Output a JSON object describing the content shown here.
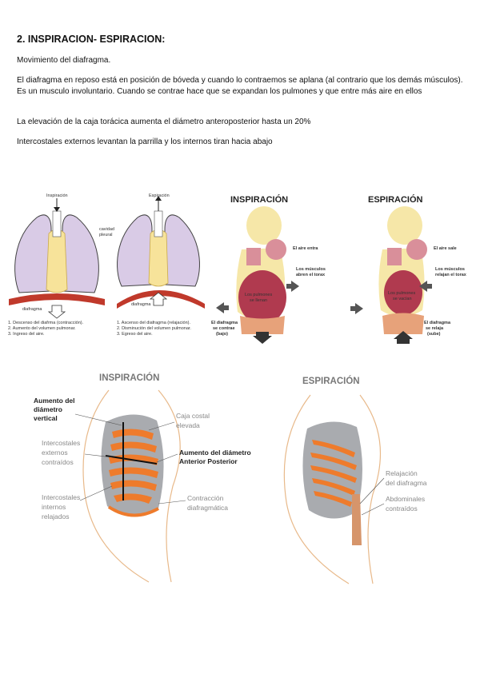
{
  "heading": "2. INSPIRACION- ESPIRACION:",
  "paragraphs": {
    "p1": "Movimiento del diafragma.",
    "p2": "El diafragma en reposo está en posición de bóveda y cuando lo contraemos se aplana (al contrario que los demás músculos).  Es un musculo involuntario.  Cuando se contrae hace que se expandan los pulmones y que entre más aire en ellos",
    "p3": "La elevación de la caja torácica aumenta el diámetro anteroposterior hasta un 20%",
    "p4": "Intercostales externos levantan la parrilla y los internos tiran hacia abajo"
  },
  "figure1": {
    "left_title": "Inspiración",
    "right_title": "Espiración",
    "cavidad": [
      "cavidad",
      "pleural"
    ],
    "diafragma": "diafragma",
    "left_notes": [
      "1. Descenso del diafrma (contracción).",
      "2. Aumento del volumen pulmonar.",
      "3. Ingreso del aire."
    ],
    "right_notes": [
      "1. Ascenso del diafragma (relajación).",
      "2. Disminución del volumen pulmonar.",
      "3. Egreso del aire."
    ]
  },
  "figure2": {
    "title_left": "INSPIRACIÓN",
    "title_right": "ESPIRACIÓN",
    "air_in": "El aire entra",
    "air_out": "El aire sale",
    "muscles_in": [
      "Los músculos",
      "abren el torax"
    ],
    "muscles_out": [
      "Los músculos",
      "relajan el torax"
    ],
    "lungs_fill": [
      "Los pulmones",
      "se llenan"
    ],
    "lungs_empty": [
      "Los pulmones",
      "se vacían"
    ],
    "diaph_contract": [
      "El diafragma",
      "se contrae",
      "(bajo)"
    ],
    "diaph_relax": [
      "El diafragma",
      "se relaja",
      "(sube)"
    ]
  },
  "figure3": {
    "title_left": "INSPIRACIÓN",
    "title_right": "ESPIRACIÓN",
    "aumento_vertical": [
      "Aumento del",
      "diámetro",
      "vertical"
    ],
    "caja_costal": [
      "Caja costal",
      "elevada"
    ],
    "intercostales_ext": [
      "Intercostales",
      "externos",
      "contraídos"
    ],
    "aumento_ap": [
      "Aumento del diámetro",
      "Anterior Posterior"
    ],
    "intercostales_int": [
      "Intercostales",
      "internos",
      "relajados"
    ],
    "contraccion": [
      "Contracción",
      "diafragmática"
    ],
    "relajacion": [
      "Relajación",
      "del diafragma"
    ],
    "abdominales": [
      "Abdominales",
      "contraídos"
    ]
  },
  "colors": {
    "lung_purple": "#d9cbe6",
    "trachea_yellow": "#f7e39a",
    "diaphragm_red": "#c0392b",
    "rib_orange": "#ee7b2c",
    "body_gray": "#a9abaf",
    "lung_red": "#b03a4f"
  }
}
